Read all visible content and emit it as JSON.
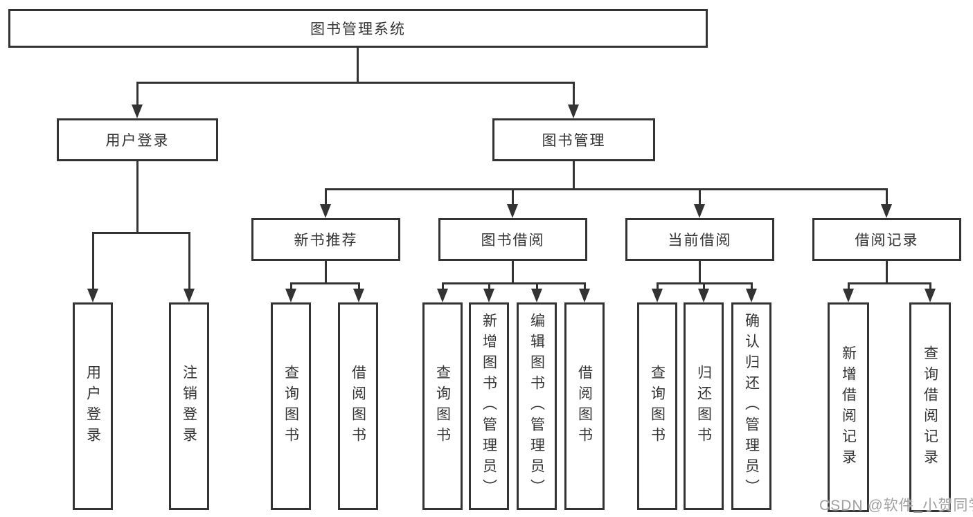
{
  "tree": {
    "root": {
      "label": "图书管理系统"
    },
    "branches": [
      {
        "label": "用户登录",
        "children": [
          {
            "label": "用户登录"
          },
          {
            "label": "注销登录"
          }
        ]
      },
      {
        "label": "图书管理",
        "children": [
          {
            "label": "新书推荐",
            "children": [
              {
                "label": "查询图书"
              },
              {
                "label": "借阅图书"
              }
            ]
          },
          {
            "label": "图书借阅",
            "children": [
              {
                "label": "查询图书"
              },
              {
                "label": "新增图书（管理员）"
              },
              {
                "label": "编辑图书（管理员）"
              },
              {
                "label": "借阅图书"
              }
            ]
          },
          {
            "label": "当前借阅",
            "children": [
              {
                "label": "查询图书"
              },
              {
                "label": "归还图书"
              },
              {
                "label": "确认归还（管理员）"
              }
            ]
          },
          {
            "label": "借阅记录",
            "children": [
              {
                "label": "新增借阅记录"
              },
              {
                "label": "查询借阅记录"
              }
            ]
          }
        ]
      }
    ]
  },
  "watermark": {
    "text": "CSDN @软件_小贺同学"
  },
  "colors": {
    "line": "#333333",
    "text": "#343434",
    "background": "#ffffff",
    "watermark": "#a0a0a0"
  }
}
